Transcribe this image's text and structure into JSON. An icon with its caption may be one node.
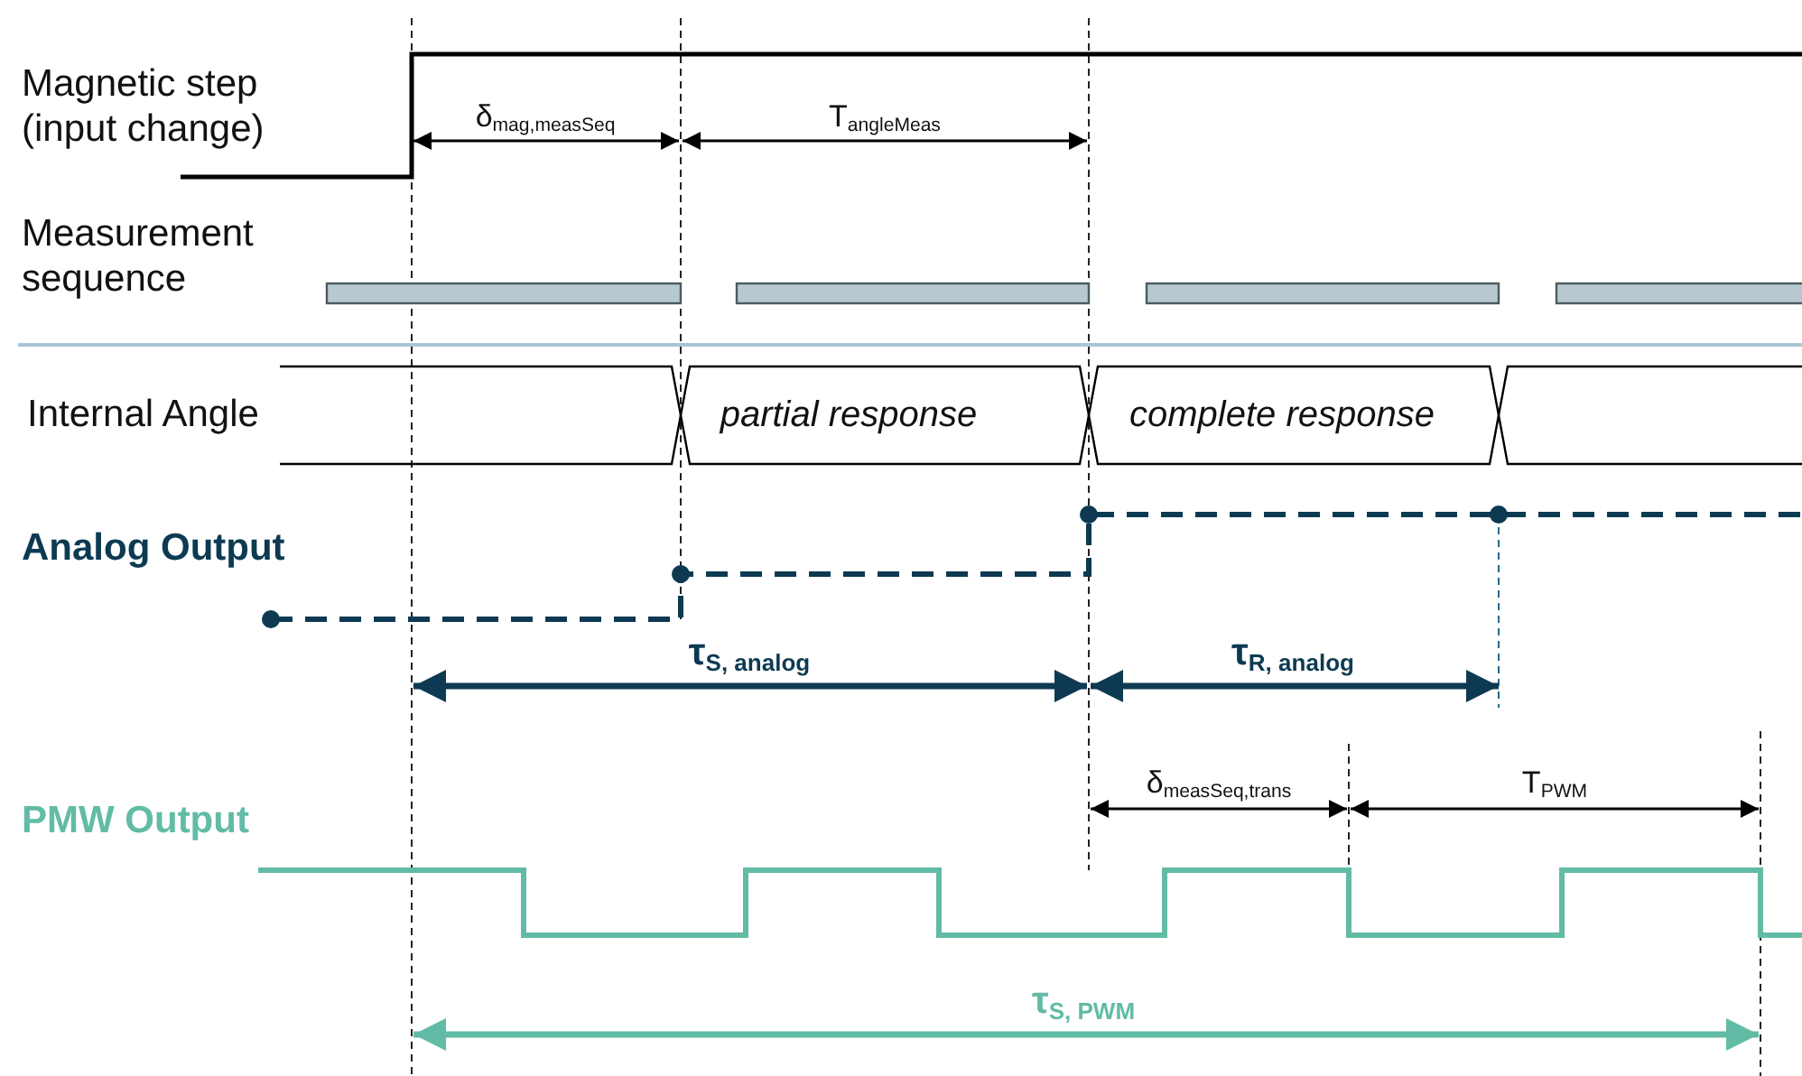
{
  "diagram": {
    "labels": [
      "Magnetic step (input change)",
      "δ$_{mag,measSeq}$",
      "T$_{angleMeas}$",
      "Measurement sequence",
      "Internal Angle",
      "partial response",
      "complete response",
      "Analog Output",
      "τ$_{S, analog}$",
      "τ$_{R, analog}$",
      "PMW Output",
      "δ$_{measSeq,trans}$",
      "T$_{PWM}$",
      "τ$_{S, PWM}$"
    ]
  }
}
